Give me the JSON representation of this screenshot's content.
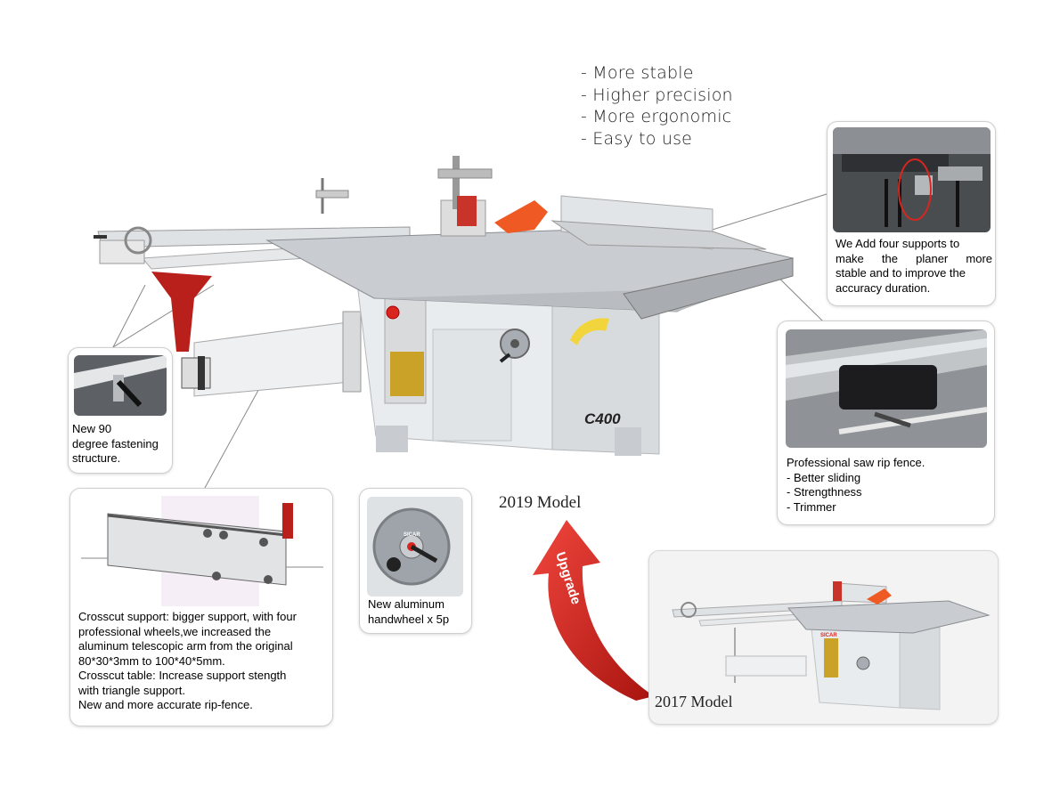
{
  "headline": {
    "items": [
      "- More stable",
      "- Higher precision",
      "- More ergonomic",
      "- Easy to use"
    ]
  },
  "main_machine": {
    "model_text": "C400",
    "caption": "2019 Model"
  },
  "upgrade_arrow": {
    "label": "Upgrade",
    "color": "#d8261e"
  },
  "old_machine": {
    "caption": "2017 Model",
    "brand": "SICAR"
  },
  "callouts": {
    "supports": {
      "text_lines": [
        "We Add four supports to",
        "make the planer more",
        "stable and to improve the",
        "accuracy duration."
      ]
    },
    "rip_fence": {
      "title": "Professional saw rip fence.",
      "bullets": [
        "- Better sliding",
        "- Strengthness",
        "- Trimmer"
      ]
    },
    "fastening": {
      "text_lines": [
        "New 90",
        "degree fastening",
        "structure."
      ]
    },
    "handwheel": {
      "text_lines": [
        "New aluminum",
        "handwheel x 5p"
      ],
      "brand": "SICAR"
    },
    "crosscut": {
      "text_lines": [
        "Crosscut support: bigger support, with four",
        "professional wheels,we increased the",
        "aluminum telescopic arm from the original",
        "80*30*3mm to 100*40*5mm.",
        "Crosscut table: Increase support stength",
        "with triangle support.",
        "New and more accurate rip-fence."
      ]
    }
  },
  "colors": {
    "accent_red": "#d8261e",
    "saw_orange": "#ef5a24",
    "machine_body": "#e9ecef",
    "aluminum": "#c9ccd0",
    "card_border": "#cfcfcf"
  }
}
